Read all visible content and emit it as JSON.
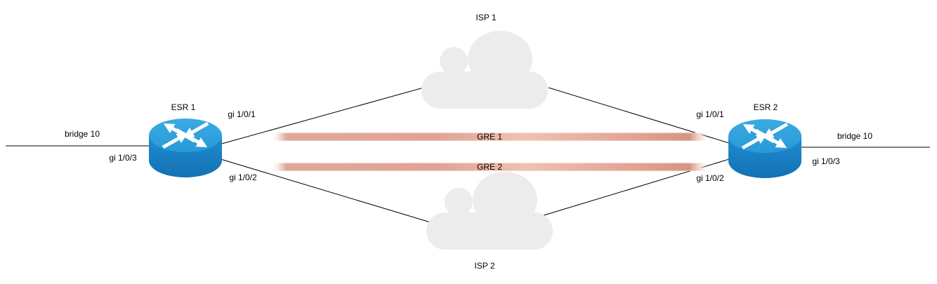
{
  "diagram_type": "network-topology",
  "colors": {
    "background": "#ffffff",
    "link_line": "#000000",
    "cloud_fill": "#ececec",
    "router_top": "#2fa1dc",
    "router_body": "#1a82c8",
    "tunnel_fill": "#dfa496",
    "label_text": "#000000"
  },
  "nodes": {
    "esr1": {
      "label": "ESR 1",
      "type": "router"
    },
    "esr2": {
      "label": "ESR 2",
      "type": "router"
    },
    "isp1": {
      "label": "ISP 1",
      "type": "cloud"
    },
    "isp2": {
      "label": "ISP 2",
      "type": "cloud"
    }
  },
  "tunnels": {
    "gre1": {
      "label": "GRE 1"
    },
    "gre2": {
      "label": "GRE 2"
    }
  },
  "interfaces": {
    "esr1": {
      "uplink1": "gi 1/0/1",
      "uplink2": "gi 1/0/2",
      "lan": "gi 1/0/3",
      "bridge": "bridge 10"
    },
    "esr2": {
      "uplink1": "gi 1/0/1",
      "uplink2": "gi 1/0/2",
      "lan": "gi 1/0/3",
      "bridge": "bridge 10"
    }
  },
  "icons": {
    "router": "router-icon",
    "cloud": "cloud-icon",
    "tunnel": "pipe-shape"
  }
}
